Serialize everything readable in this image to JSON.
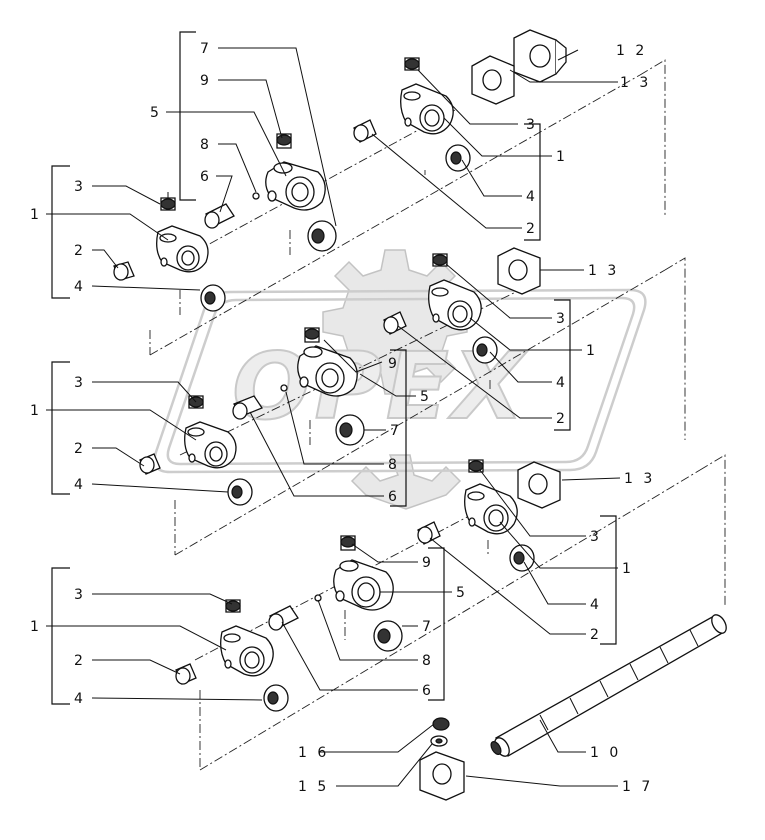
{
  "diagram": {
    "labels": [
      {
        "id": "l7a",
        "text": "7"
      },
      {
        "id": "l9a",
        "text": "9"
      },
      {
        "id": "l5a",
        "text": "5"
      },
      {
        "id": "l8a",
        "text": "8"
      },
      {
        "id": "l6a",
        "text": "6"
      },
      {
        "id": "l3a",
        "text": "3"
      },
      {
        "id": "l1a",
        "text": "1"
      },
      {
        "id": "l2a",
        "text": "2"
      },
      {
        "id": "l4a",
        "text": "4"
      },
      {
        "id": "l12",
        "text": "1 2"
      },
      {
        "id": "l13a",
        "text": "1 3"
      },
      {
        "id": "l3b",
        "text": "3"
      },
      {
        "id": "l1b",
        "text": "1"
      },
      {
        "id": "l4b",
        "text": "4"
      },
      {
        "id": "l2b",
        "text": "2"
      },
      {
        "id": "l13b",
        "text": "1 3"
      },
      {
        "id": "l3c",
        "text": "3"
      },
      {
        "id": "l1c",
        "text": "1"
      },
      {
        "id": "l4c",
        "text": "4"
      },
      {
        "id": "l2c",
        "text": "2"
      },
      {
        "id": "l9b",
        "text": "9"
      },
      {
        "id": "l5b",
        "text": "5"
      },
      {
        "id": "l7b",
        "text": "7"
      },
      {
        "id": "l8b",
        "text": "8"
      },
      {
        "id": "l6b",
        "text": "6"
      },
      {
        "id": "l3d",
        "text": "3"
      },
      {
        "id": "l1d",
        "text": "1"
      },
      {
        "id": "l2d",
        "text": "2"
      },
      {
        "id": "l4d",
        "text": "4"
      },
      {
        "id": "l13c",
        "text": "1 3"
      },
      {
        "id": "l3e",
        "text": "3"
      },
      {
        "id": "l1e",
        "text": "1"
      },
      {
        "id": "l4e",
        "text": "4"
      },
      {
        "id": "l2e",
        "text": "2"
      },
      {
        "id": "l9c",
        "text": "9"
      },
      {
        "id": "l5c",
        "text": "5"
      },
      {
        "id": "l7c",
        "text": "7"
      },
      {
        "id": "l8c",
        "text": "8"
      },
      {
        "id": "l6c",
        "text": "6"
      },
      {
        "id": "l3f",
        "text": "3"
      },
      {
        "id": "l1f",
        "text": "1"
      },
      {
        "id": "l2f",
        "text": "2"
      },
      {
        "id": "l4f",
        "text": "4"
      },
      {
        "id": "l16",
        "text": "1 6"
      },
      {
        "id": "l15",
        "text": "1 5"
      },
      {
        "id": "l10",
        "text": "1 0"
      },
      {
        "id": "l17",
        "text": "1 7"
      }
    ],
    "watermark": "OPEX"
  }
}
